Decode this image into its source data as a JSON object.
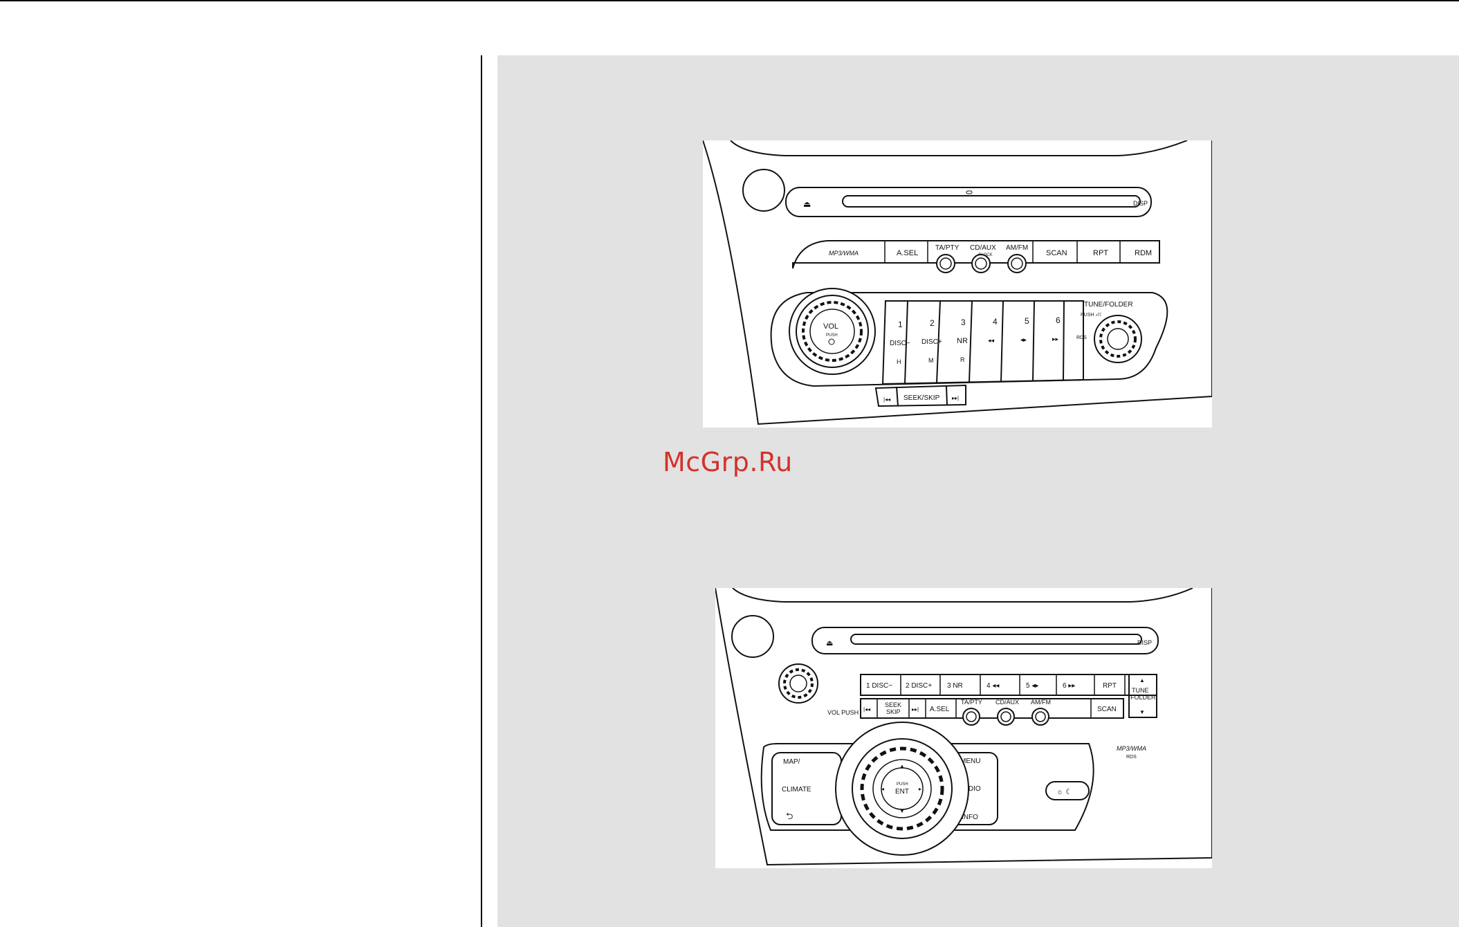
{
  "watermark": "McGrp.Ru",
  "radio_a": {
    "disp": "DISP",
    "mp3wma": "MP3/WMA",
    "asel": "A.SEL",
    "tapty": "TA/PTY",
    "cdaux": "CD/AUX",
    "clock": "CLOCK",
    "amfm": "AM/FM",
    "scan": "SCAN",
    "rpt": "RPT",
    "rdm": "RDM",
    "vol": "VOL",
    "push": "PUSH",
    "presets": [
      {
        "num": "1",
        "label": "DISC−",
        "sub": "H"
      },
      {
        "num": "2",
        "label": "DISC+",
        "sub": "M"
      },
      {
        "num": "3",
        "label": "NR",
        "sub": "R"
      },
      {
        "num": "4",
        "label": "◂◂",
        "sub": ""
      },
      {
        "num": "5",
        "label": "◂▸",
        "sub": ""
      },
      {
        "num": "6",
        "label": "▸▸",
        "sub": ""
      }
    ],
    "tune_folder": "TUNE/FOLDER",
    "tune_push": "PUSH ♪/☾",
    "rds": "RDS",
    "seek_skip": "SEEK/SKIP",
    "prev_icon": "|◂◂",
    "next_icon": "▸▸|"
  },
  "radio_b": {
    "disp": "DISP",
    "presets": [
      "1 DISC−",
      "2 DISC+",
      "3 NR",
      "4 ◂◂",
      "5 ◂▸",
      "6 ▸▸"
    ],
    "rpt": "RPT",
    "tune": "TUNE",
    "folder": "FOLDER",
    "vol_push": "VOL PUSH",
    "prev_icon": "|◂◂",
    "seek": "SEEK",
    "skip": "SKIP",
    "next_icon": "▸▸|",
    "asel": "A.SEL",
    "tapty": "TA/PTY",
    "cdaux": "CD/AUX",
    "amfm": "AM/FM",
    "scan": "SCAN",
    "map": "MAP/",
    "climate": "CLIMATE",
    "back_icon": "⮌",
    "menu": "MENU",
    "audio": "AUDIO",
    "info": "INFO",
    "push_small": "PUSH",
    "ent": "ENT",
    "mp3wma": "MP3/WMA",
    "rds": "RDS",
    "day_night": "☼ ☾"
  }
}
